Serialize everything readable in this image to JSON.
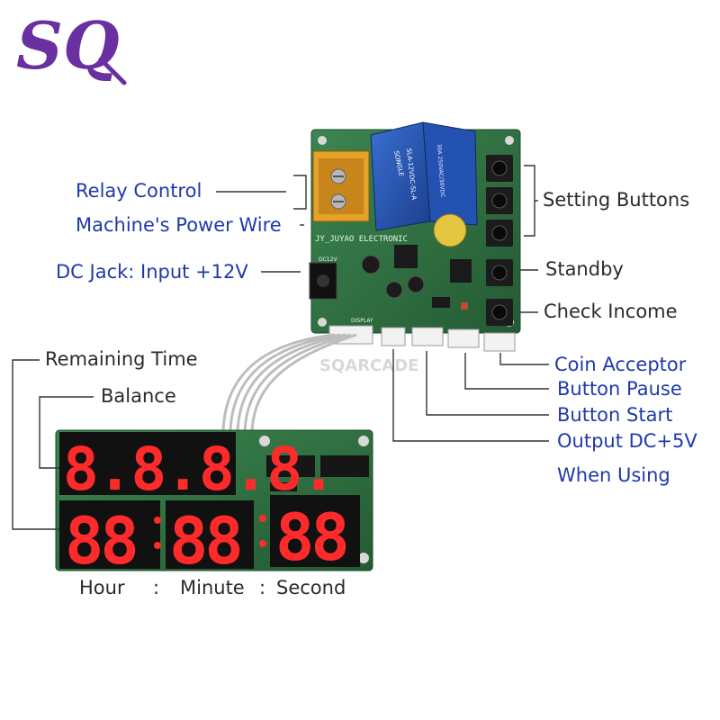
{
  "logo": {
    "text": "SQ",
    "color": "#6a2fa0"
  },
  "colors": {
    "callout_blue": "#1f3aa8",
    "callout_dark": "#2b2b2b",
    "pcb_green": "#2d6b3e",
    "segment_red": "#ff2a2a"
  },
  "labels": {
    "relay_control": "Relay Control",
    "power_wire": "Machine's Power Wire",
    "dc_jack": "DC Jack: Input +12V",
    "setting_buttons": "Setting Buttons",
    "standby": "Standby",
    "check_income": "Check Income",
    "coin_acceptor": "Coin Acceptor",
    "button_pause": "Button Pause",
    "button_start": "Button Start",
    "output_dc": "Output DC+5V",
    "when_using": "When Using",
    "remaining_time": "Remaining Time",
    "balance": "Balance",
    "hour": "Hour",
    "colon_1": ":",
    "minute": "Minute",
    "colon_2": ":",
    "second": "Second"
  },
  "board_print": {
    "relay_brand": "SONGLE",
    "relay_model": "SLA-12VDC-SL-A",
    "relay_rating": "30A 250VAC/30VDC",
    "silkscreen": "JY_JUYAO ELECTRONIC",
    "dc_label": "DC12V",
    "display_label": "DISPLAY",
    "watermark": "SQARCADE"
  },
  "displays": {
    "remaining_time_digits": "8.8.8.8.",
    "hour_digits": "88",
    "minute_digits": "88",
    "second_digits": "88"
  }
}
